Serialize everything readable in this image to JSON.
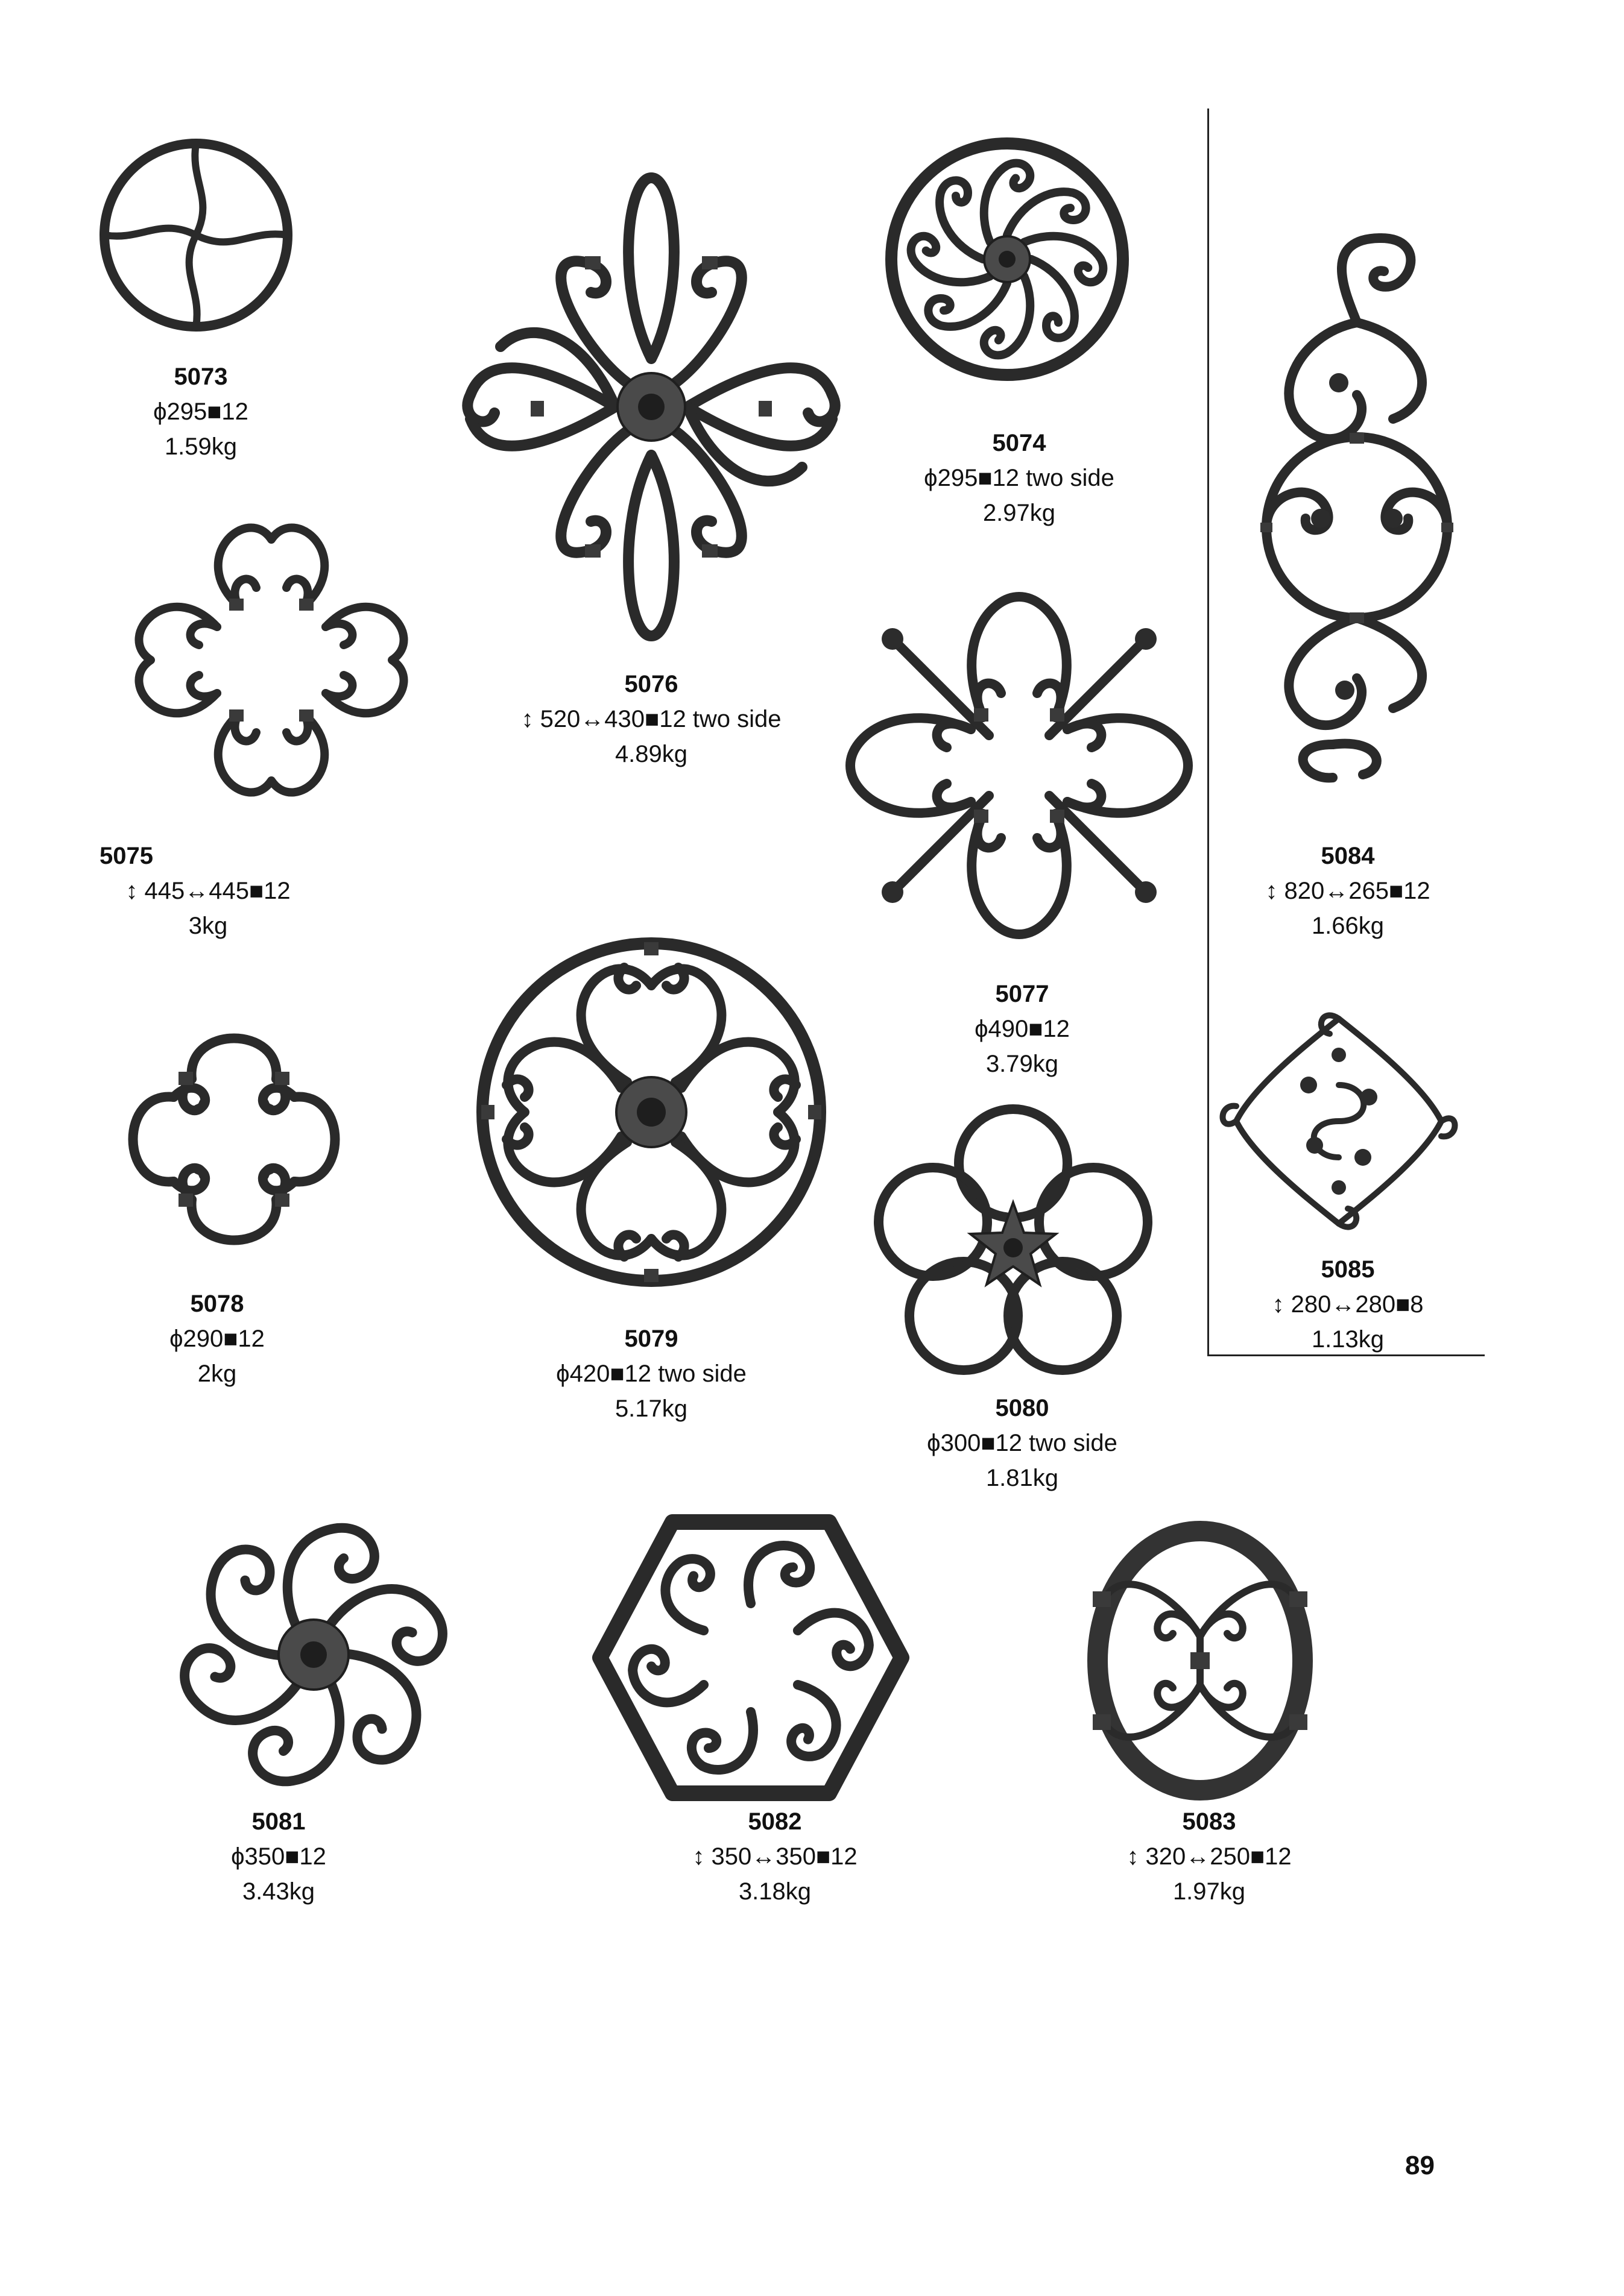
{
  "items": [
    {
      "code": "5073",
      "spec": "ϕ295■12",
      "weight": "1.59kg"
    },
    {
      "code": "5074",
      "spec": "ϕ295■12  two side",
      "weight": "2.97kg"
    },
    {
      "code": "5075",
      "spec": "↕ 445↔445■12",
      "weight": "3kg"
    },
    {
      "code": "5076",
      "spec": "↕ 520↔430■12  two side",
      "weight": "4.89kg"
    },
    {
      "code": "5077",
      "spec": "ϕ490■12",
      "weight": "3.79kg"
    },
    {
      "code": "5078",
      "spec": "ϕ290■12",
      "weight": "2kg"
    },
    {
      "code": "5079",
      "spec": "ϕ420■12 two side",
      "weight": "5.17kg"
    },
    {
      "code": "5080",
      "spec": "ϕ300■12 two side",
      "weight": "1.81kg"
    },
    {
      "code": "5081",
      "spec": "ϕ350■12",
      "weight": "3.43kg"
    },
    {
      "code": "5082",
      "spec": "↕ 350↔350■12",
      "weight": "3.18kg"
    },
    {
      "code": "5083",
      "spec": "↕ 320↔250■12",
      "weight": "1.97kg"
    },
    {
      "code": "5084",
      "spec": "↕ 820↔265■12",
      "weight": "1.66kg"
    },
    {
      "code": "5085",
      "spec": "↕ 280↔280■8",
      "weight": "1.13kg"
    }
  ],
  "page_number": "89"
}
